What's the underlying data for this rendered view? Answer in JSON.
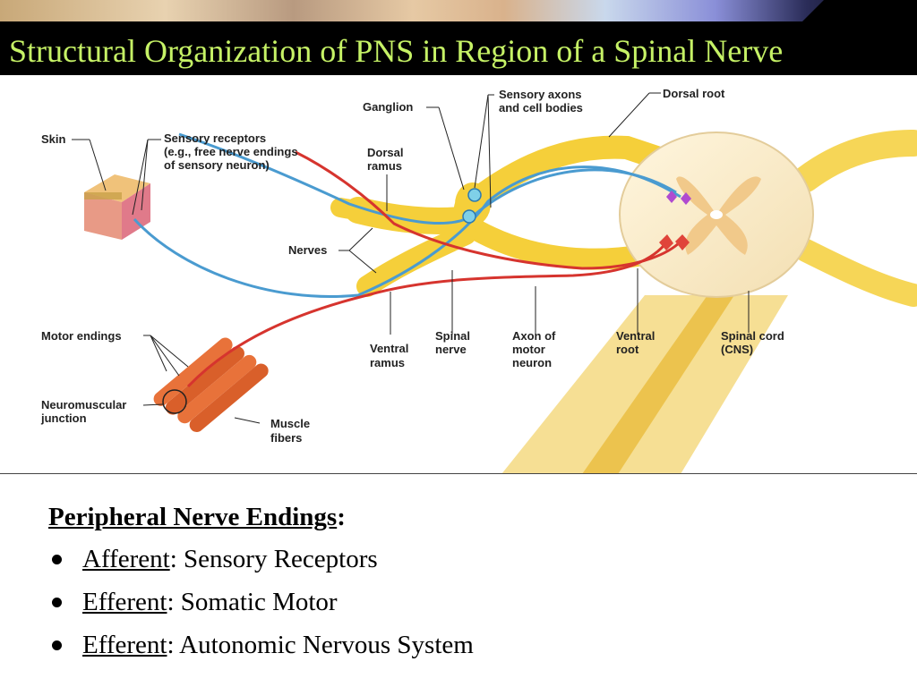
{
  "slide": {
    "title": "Structural Organization of PNS in Region of a Spinal Nerve"
  },
  "diagram": {
    "labels": {
      "skin": "Skin",
      "sensory_receptors_1": "Sensory receptors",
      "sensory_receptors_2": "(e.g., free nerve endings",
      "sensory_receptors_3": "of sensory neuron)",
      "ganglion": "Ganglion",
      "sensory_axons_1": "Sensory axons",
      "sensory_axons_2": "and cell bodies",
      "dorsal_root": "Dorsal root",
      "dorsal_ramus_1": "Dorsal",
      "dorsal_ramus_2": "ramus",
      "nerves": "Nerves",
      "motor_endings": "Motor endings",
      "neuromuscular_1": "Neuromuscular",
      "neuromuscular_2": "junction",
      "muscle_fibers_1": "Muscle",
      "muscle_fibers_2": "fibers",
      "ventral_ramus_1": "Ventral",
      "ventral_ramus_2": "ramus",
      "spinal_nerve_1": "Spinal",
      "spinal_nerve_2": "nerve",
      "axon_motor_1": "Axon of",
      "axon_motor_2": "motor",
      "axon_motor_3": "neuron",
      "ventral_root_1": "Ventral",
      "ventral_root_2": "root",
      "spinal_cord_1": "Spinal cord",
      "spinal_cord_2": "(CNS)"
    },
    "colors": {
      "nerve": "#f5cf3a",
      "sensory": "#4a9bd0",
      "motor": "#d6342e",
      "cord": "#f7ecd0",
      "gray_matter": "#f1c98a",
      "muscle": "#e8723a"
    }
  },
  "notes": {
    "heading": "Peripheral Nerve Endings",
    "heading_suffix": ":",
    "items": [
      {
        "term": "Afferent",
        "text": ": Sensory Receptors"
      },
      {
        "term": "Efferent",
        "text": ": Somatic Motor"
      },
      {
        "term": "Efferent",
        "text": ": Autonomic Nervous System"
      }
    ]
  }
}
